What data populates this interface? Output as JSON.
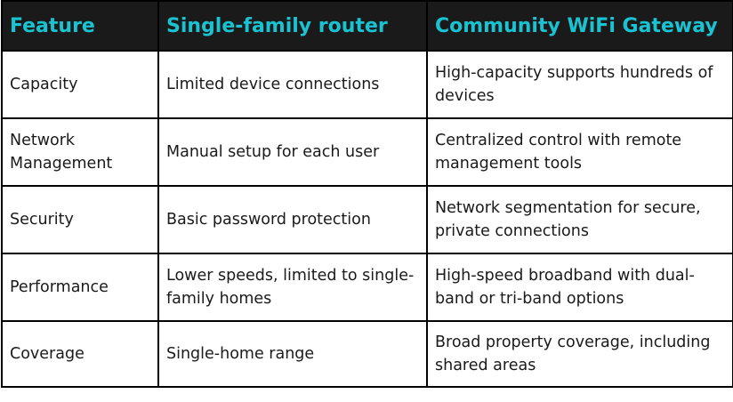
{
  "table": {
    "headers": [
      "Feature",
      "Single-family router",
      "Community WiFi Gateway"
    ],
    "rows": [
      [
        "Capacity",
        "Limited device connections",
        "High-capacity supports hundreds of devices"
      ],
      [
        "Network Management",
        "Manual setup for each user",
        "Centralized control with remote management tools"
      ],
      [
        "Security",
        "Basic password protection",
        "Network segmentation for secure, private connections"
      ],
      [
        "Performance",
        "Lower speeds, limited to single-family homes",
        "High-speed broadband with dual-band or tri-band options"
      ],
      [
        "Coverage",
        "Single-home range",
        "Broad property coverage, including shared areas"
      ]
    ]
  },
  "colors": {
    "header_background": "#1a1a1a",
    "header_text": "#19c3d2",
    "body_text": "#1a1a1a",
    "border": "#000000"
  }
}
